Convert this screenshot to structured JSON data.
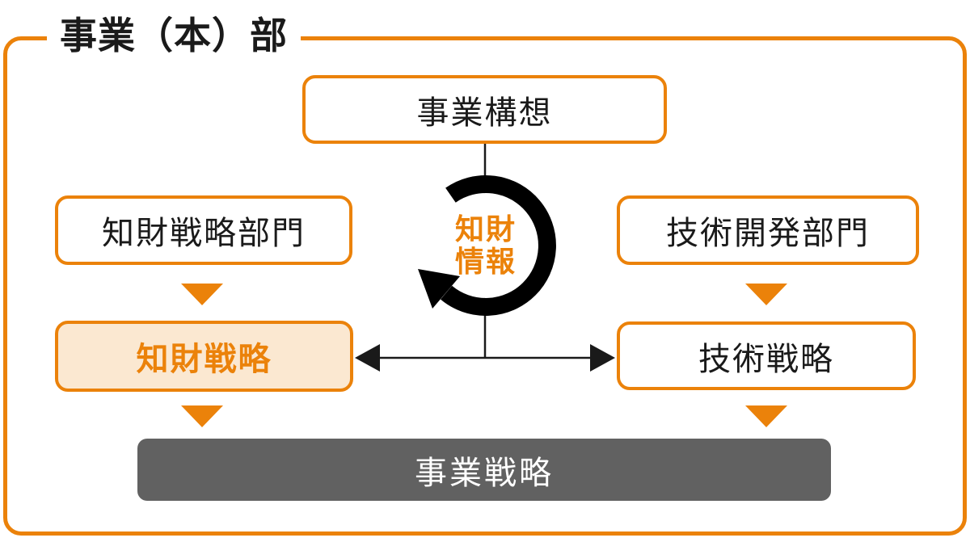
{
  "frame": {
    "title": "事業（本）部"
  },
  "colors": {
    "orange": "#EB820A",
    "cream": "#FBE8D1",
    "gray": "#616161",
    "ink": "#1A1A1A"
  },
  "boxes": {
    "business_concept": {
      "label": "事業構想"
    },
    "ip_strategy_dept": {
      "label": "知財戦略部門"
    },
    "tech_dev_dept": {
      "label": "技術開発部門"
    },
    "ip_strategy": {
      "label": "知財戦略"
    },
    "tech_strategy": {
      "label": "技術戦略"
    },
    "business_strategy": {
      "label": "事業戦略"
    }
  },
  "cycle_badge": {
    "line1": "知財",
    "line2": "情報"
  }
}
